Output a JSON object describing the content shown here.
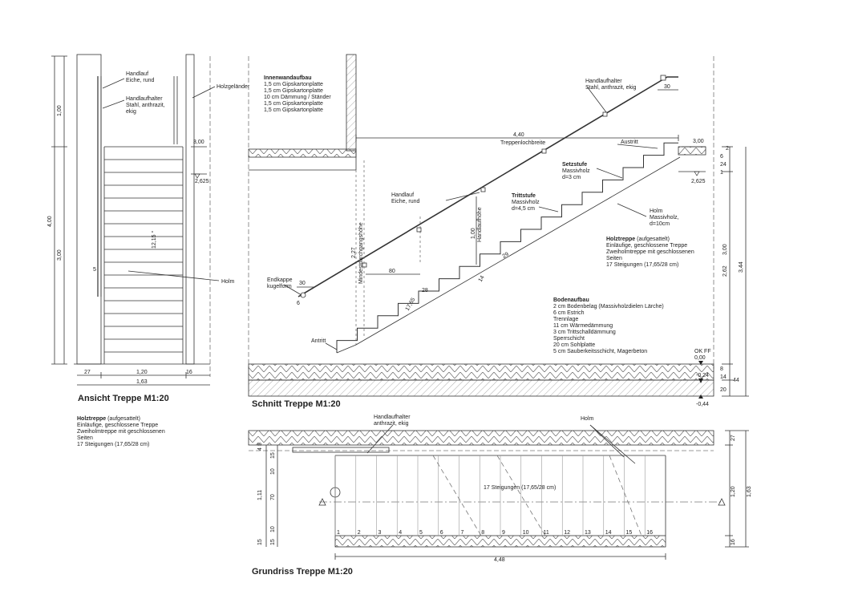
{
  "ansicht": {
    "title": "Ansicht Treppe M1:20",
    "handlauf": [
      "Handlauf",
      "Eiche, rund"
    ],
    "handlaufhalter": [
      "Handlaufhalter",
      "Stahl, anthrazit,",
      "ekig"
    ],
    "holzgelaender": "Holzgeländer",
    "holm": "Holm",
    "dims": {
      "h400": "4,00",
      "h100": "1,00",
      "h300": "3,00",
      "r300": "3,00",
      "r2625": "2,625",
      "s5": "5",
      "angle": "12,15 °",
      "w27": "27",
      "w120": "1,20",
      "w16": "16",
      "w163": "1,63"
    },
    "desc": {
      "title": "Holztreppe",
      "suffix": " (aufgesattelt)",
      "lines": [
        "Einläufige, geschlossene Treppe",
        "Zweiholmtreppe mit geschlossenen",
        "Seiten",
        "17 Steigungen (17,65/28 cm)"
      ]
    }
  },
  "schnitt": {
    "title": "Schnitt Treppe M1:20",
    "innenwand": {
      "title": "Innenwandaufbau",
      "lines": [
        "1,5 cm Gipskartonplatte",
        "1,5 cm Gipskartonplatte",
        "10 cm Dämmung / Ständer",
        "1,5 cm Gipskartonplatte",
        "1,5 cm Gipskartonplatte"
      ]
    },
    "handlaufhalter": [
      "Handlaufhalter",
      "Stahl, anthrazit, ekig"
    ],
    "handlauf": [
      "Handlauf",
      "Eiche, rund"
    ],
    "endkappe": [
      "Endkappe",
      "kugelform"
    ],
    "antritt": "Antritt",
    "austritt": "Austritt",
    "treppenloch": [
      "4,40",
      "Treppenlochbreite"
    ],
    "setzstufe": {
      "title": "Setzstufe",
      "lines": [
        "Massivholz",
        "d=3 cm"
      ]
    },
    "trittstufe": {
      "title": "Trittstufe",
      "lines": [
        "Massivholz",
        "d=4,5 cm"
      ]
    },
    "holm": [
      "Holm",
      "Massivholz,",
      "d=10cm"
    ],
    "holztreppe": {
      "title": "Holztreppe",
      "suffix": " (aufgesattelt)",
      "lines": [
        "Einläufige, geschlossene Treppe",
        "Zweiholmtreppe mit geschlossenen",
        "Seiten",
        "17 Steigungen (17,65/28 cm)"
      ]
    },
    "bodenaufbau": {
      "title": "Bodenaufbau",
      "lines": [
        "2 cm Bodenbelag (Massivholzdielen Lärche)",
        "6 cm Estrich",
        "Trennlage",
        "11 cm Wärmedämmung",
        "3 cm Trittschalldämmung",
        "Sperrschicht",
        "20 cm Sohlplatte",
        "5 cm Sauberkeitsschicht, Magerbeton"
      ]
    },
    "dims": {
      "d30a": "30",
      "d30b": "30",
      "d80": "80",
      "d28": "28",
      "d1765": "17,65",
      "d29": "29",
      "d14": "14",
      "d6": "6",
      "d100": "1,00",
      "handlaufhoehe": "Handlaufhöhe",
      "d227": "2,27",
      "mindest": "Mindestdurchgangshöhe",
      "r300": "3,00",
      "r2625": "2,625",
      "r262": "2,62",
      "r344": "3,44",
      "r300b": "3,00",
      "s2": "2",
      "s6": "6",
      "s24": "24",
      "s8": "8",
      "s14": "14",
      "s20": "20",
      "s44": "44",
      "s1": "1",
      "okff": "OK FF",
      "l000": "0,00",
      "l024": "-0,24",
      "l044": "-0,44"
    }
  },
  "grundriss": {
    "title": "Grundriss Treppe M1:20",
    "handlaufhalter": [
      "Handlaufhalter",
      "anthrazit, ekig"
    ],
    "holm": "Holm",
    "steigungen": "17 Steigungen (17,65/28 cm)",
    "steps": [
      "1",
      "2",
      "3",
      "4",
      "5",
      "6",
      "7",
      "8",
      "9",
      "10",
      "11",
      "12",
      "13",
      "14",
      "15",
      "16"
    ],
    "dims": {
      "w448": "4,48",
      "l4": "4",
      "l5": "5",
      "l15a": "15",
      "l10a": "10",
      "l70": "70",
      "l10b": "10",
      "l15b": "15",
      "l15c": "15",
      "l111": "1,11",
      "r27": "27",
      "r120": "1,20",
      "r163": "1,63",
      "r16": "16"
    }
  }
}
